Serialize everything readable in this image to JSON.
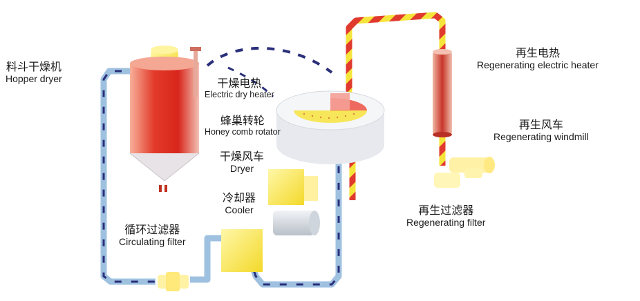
{
  "colors": {
    "return_pipe": "#9fc1e0",
    "return_arrow": "#2a2f7a",
    "regen_pipe_red": "#e03a2e",
    "regen_pipe_yellow": "#f5e43a",
    "dryer_red": "#e23a2a",
    "dryer_yellow": "#ffe85a",
    "cooler_gray": "#d9dde3"
  },
  "labels": {
    "hopper_dryer": {
      "zh": "料斗干燥机",
      "en": "Hopper dryer"
    },
    "electric_dry_heater": {
      "zh": "干燥电热",
      "en": "Electric dry heater"
    },
    "honey_comb_rotator": {
      "zh": "蜂巢转轮",
      "en": "Honey comb rotator"
    },
    "dryer": {
      "zh": "干燥风车",
      "en": "Dryer"
    },
    "cooler": {
      "zh": "冷却器",
      "en": "Cooler"
    },
    "circulating_filter": {
      "zh": "循环过滤器",
      "en": "Circulating filter"
    },
    "regen_heater": {
      "zh": "再生电热",
      "en": "Regenerating electric heater"
    },
    "regen_windmill": {
      "zh": "再生风车",
      "en": "Regenerating windmill"
    },
    "regen_filter": {
      "zh": "再生过滤器",
      "en": "Regenerating filter"
    }
  },
  "components": [
    "hopper-dryer",
    "honeycomb-rotator",
    "dryer-fan",
    "cooler",
    "circulating-filter",
    "regen-heater",
    "regen-windmill",
    "regen-filter"
  ]
}
